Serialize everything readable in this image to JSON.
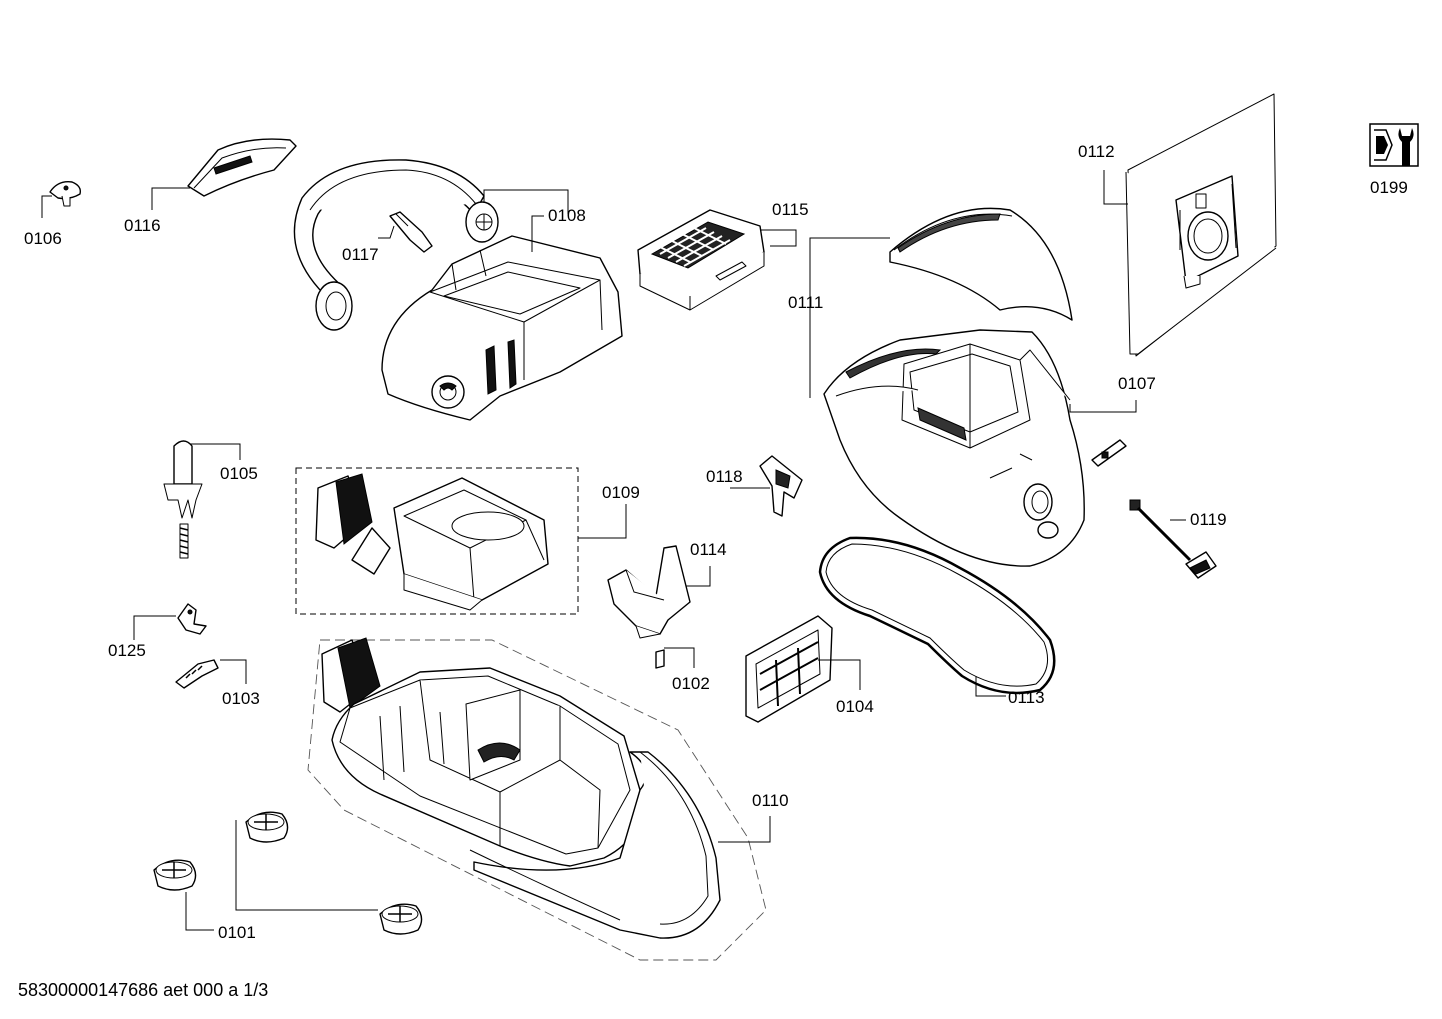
{
  "labels": {
    "p0101": "0101",
    "p0102": "0102",
    "p0103": "0103",
    "p0104": "0104",
    "p0105": "0105",
    "p0106": "0106",
    "p0107": "0107",
    "p0108": "0108",
    "p0109": "0109",
    "p0110": "0110",
    "p0111": "0111",
    "p0112": "0112",
    "p0113": "0113",
    "p0114": "0114",
    "p0115": "0115",
    "p0116": "0116",
    "p0117": "0117",
    "p0118": "0118",
    "p0119": "0119",
    "p0125": "0125",
    "p0199": "0199"
  },
  "footer": {
    "code": "58300000147686 aet 000 a 1/3"
  },
  "icons": {
    "service": "wrench-icon"
  }
}
